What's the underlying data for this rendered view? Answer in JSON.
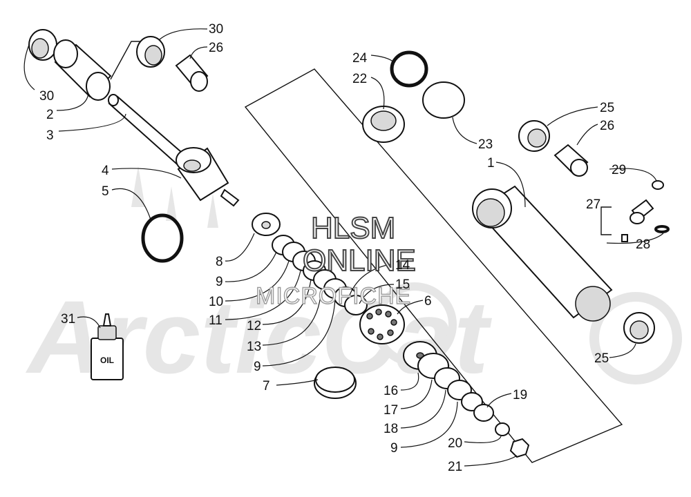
{
  "watermark": {
    "line1": "HLSM",
    "line2": "ONLINE",
    "line3": "MICROFICHE",
    "logo": "ArcticCat"
  },
  "oil_label": "OIL",
  "callouts": [
    {
      "id": "c30a",
      "text": "30"
    },
    {
      "id": "c26a",
      "text": "26"
    },
    {
      "id": "c30b",
      "text": "30"
    },
    {
      "id": "c2",
      "text": "2"
    },
    {
      "id": "c3",
      "text": "3"
    },
    {
      "id": "c4",
      "text": "4"
    },
    {
      "id": "c5",
      "text": "5"
    },
    {
      "id": "c8",
      "text": "8"
    },
    {
      "id": "c9a",
      "text": "9"
    },
    {
      "id": "c10",
      "text": "10"
    },
    {
      "id": "c11",
      "text": "11"
    },
    {
      "id": "c12",
      "text": "12"
    },
    {
      "id": "c13",
      "text": "13"
    },
    {
      "id": "c9b",
      "text": "9"
    },
    {
      "id": "c7",
      "text": "7"
    },
    {
      "id": "c31",
      "text": "31"
    },
    {
      "id": "c14",
      "text": "14"
    },
    {
      "id": "c15",
      "text": "15"
    },
    {
      "id": "c6",
      "text": "6"
    },
    {
      "id": "c16",
      "text": "16"
    },
    {
      "id": "c17",
      "text": "17"
    },
    {
      "id": "c18",
      "text": "18"
    },
    {
      "id": "c9c",
      "text": "9"
    },
    {
      "id": "c19",
      "text": "19"
    },
    {
      "id": "c20",
      "text": "20"
    },
    {
      "id": "c21",
      "text": "21"
    },
    {
      "id": "c24",
      "text": "24"
    },
    {
      "id": "c22",
      "text": "22"
    },
    {
      "id": "c23",
      "text": "23"
    },
    {
      "id": "c1",
      "text": "1"
    },
    {
      "id": "c25a",
      "text": "25"
    },
    {
      "id": "c26b",
      "text": "26"
    },
    {
      "id": "c29",
      "text": "29"
    },
    {
      "id": "c27",
      "text": "27"
    },
    {
      "id": "c28",
      "text": "28"
    },
    {
      "id": "c25b",
      "text": "25"
    }
  ]
}
